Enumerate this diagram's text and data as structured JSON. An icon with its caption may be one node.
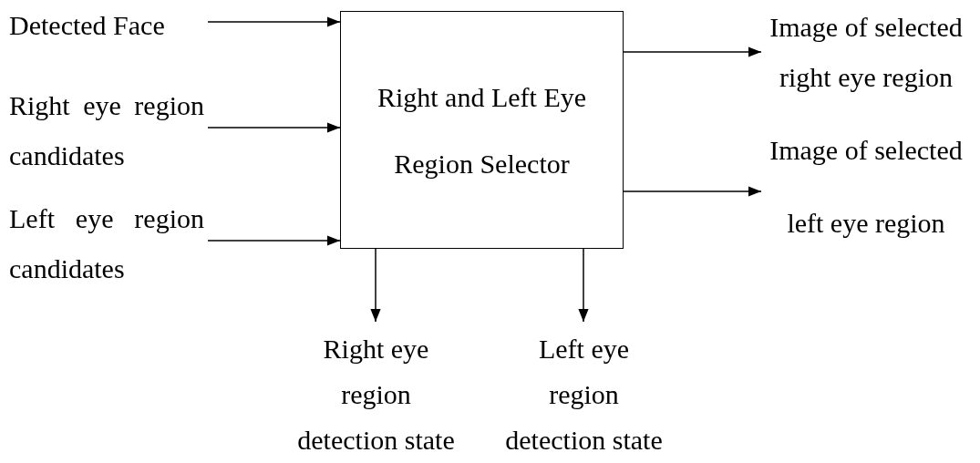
{
  "diagram": {
    "nodes": [
      {
        "text": [
          "Detected Face"
        ]
      },
      {
        "text": [
          "Right eye region candidates"
        ]
      },
      {
        "text": [
          "Left eye region candidates"
        ]
      },
      {
        "text": [
          "Right and Left Eye Region Selector"
        ]
      },
      {
        "text": [
          "Image of selected right eye region"
        ]
      },
      {
        "text": [
          "Image of selected left eye region"
        ]
      },
      {
        "text": [
          "Right eye region detection state"
        ]
      },
      {
        "text": [
          "Left eye region detection state"
        ]
      }
    ],
    "edges": [
      {
        "from": 0,
        "to": 3,
        "arrow": "to"
      },
      {
        "from": 1,
        "to": 3,
        "arrow": "to"
      },
      {
        "from": 2,
        "to": 3,
        "arrow": "to"
      },
      {
        "from": 3,
        "to": 4,
        "arrow": "to"
      },
      {
        "from": 3,
        "to": 5,
        "arrow": "to"
      },
      {
        "from": 3,
        "to": 6,
        "arrow": "to"
      },
      {
        "from": 3,
        "to": 7,
        "arrow": "to"
      }
    ]
  }
}
